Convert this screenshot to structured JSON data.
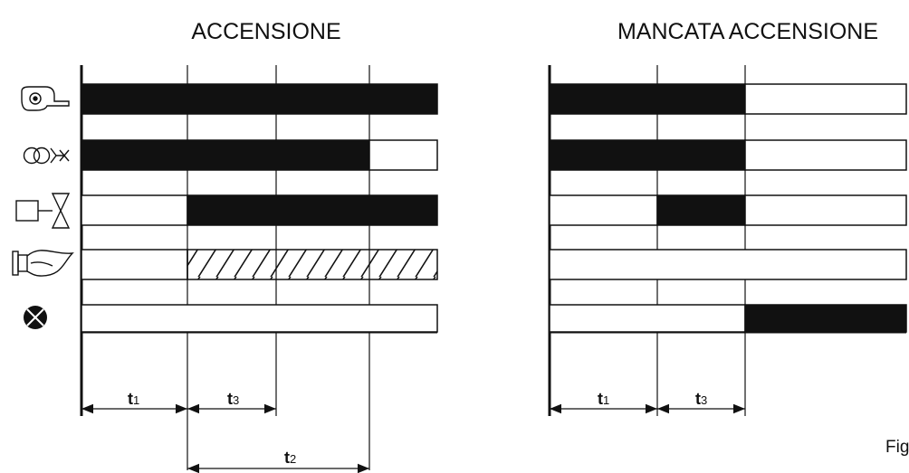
{
  "panels": {
    "left": {
      "title": "ACCENSIONE"
    },
    "right": {
      "title": "MANCATA ACCENSIONE"
    }
  },
  "icons": [
    "fan-motor-icon",
    "ignition-transformer-icon",
    "fuel-valve-icon",
    "flame-icon",
    "lockout-lamp-icon"
  ],
  "timing": {
    "t1": {
      "main": "t",
      "sub": "1"
    },
    "t2": {
      "main": "t",
      "sub": "2"
    },
    "t3": {
      "main": "t",
      "sub": "3"
    }
  },
  "fig_label": "Fig",
  "colors": {
    "ink": "#111111",
    "fill": "#111111",
    "background": "#ffffff"
  }
}
